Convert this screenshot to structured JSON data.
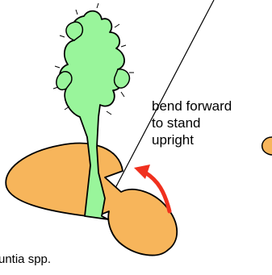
{
  "annotation": {
    "lines": [
      "bend forward",
      "to stand",
      "upright"
    ]
  },
  "species_caption": "untia spp.",
  "colors": {
    "ground_pad": "#f7b55b",
    "cactus": "#99f59b",
    "arrow": "#f0301e",
    "outline": "#000000",
    "background": "#ffffff"
  },
  "icons": {
    "bend_arrow": "curved-arrow-icon",
    "partial_pad": "pad-outline-icon"
  }
}
